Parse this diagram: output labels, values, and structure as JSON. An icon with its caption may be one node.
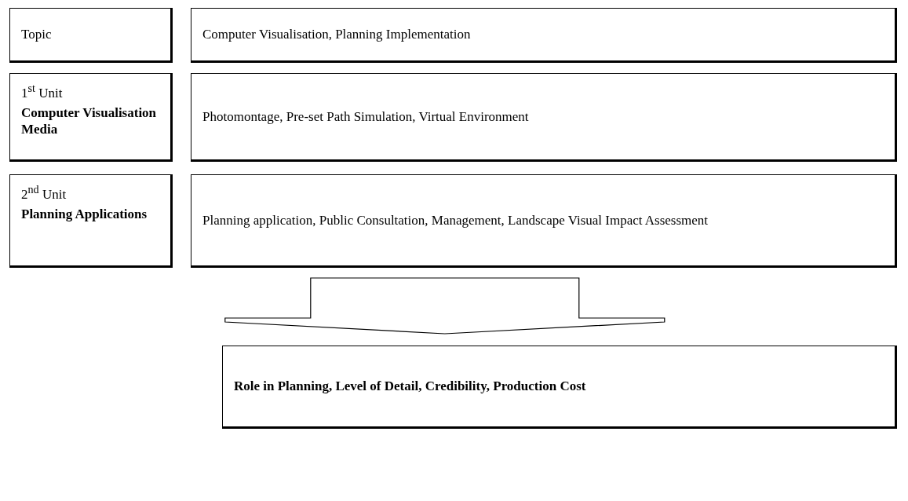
{
  "diagram": {
    "nodes": [
      {
        "text": [
          "Topic"
        ]
      },
      {
        "text": [
          "Computer Visualisation, Planning Implementation"
        ]
      },
      {
        "text": [
          "1$^{st}$ Unit",
          "Computer Visualisation Media"
        ]
      },
      {
        "text": [
          "Photomontage, Pre-set Path Simulation, Virtual Environment"
        ]
      },
      {
        "text": [
          "2$^{nd}$ Unit",
          "Planning Applications"
        ]
      },
      {
        "text": [
          "Planning application, Public Consultation, Management, Landscape Visual Impact Assessment"
        ]
      },
      {
        "text": [
          "Role in Planning, Level of Detail, Credibility, Production Cost"
        ]
      }
    ],
    "edges": [
      {
        "from": 5,
        "to": 6,
        "arrow": "to"
      }
    ]
  }
}
